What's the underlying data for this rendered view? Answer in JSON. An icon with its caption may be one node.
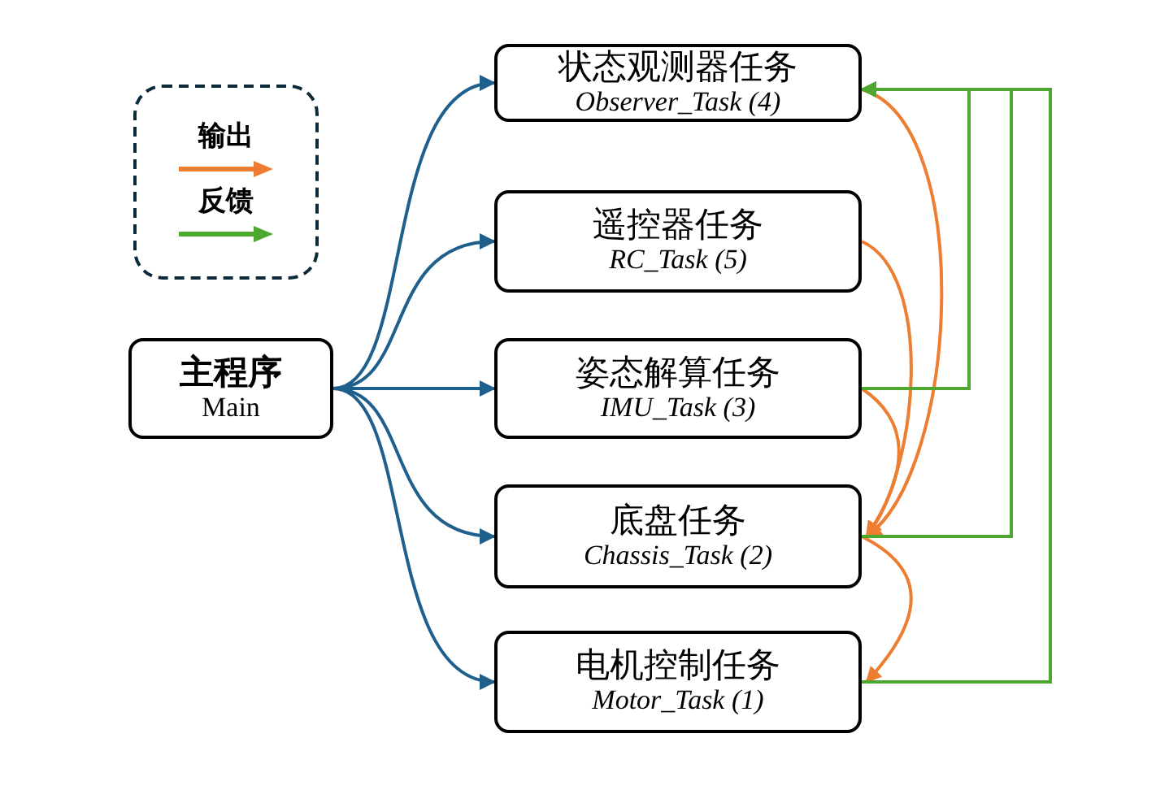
{
  "diagram": {
    "nodes": [
      {
        "text": [
          "主程序",
          "Main"
        ]
      },
      {
        "text": [
          "状态观测器任务",
          "Observer_Task (4)"
        ]
      },
      {
        "text": [
          "遥控器任务",
          "RC_Task (5)"
        ]
      },
      {
        "text": [
          "姿态解算任务",
          "IMU_Task (3)"
        ]
      },
      {
        "text": [
          "底盘任务",
          "Chassis_Task (2)"
        ]
      },
      {
        "text": [
          "电机控制任务",
          "Motor_Task (1)"
        ]
      }
    ],
    "edges": [
      {
        "from": 0,
        "to": 1,
        "arrow": "to"
      },
      {
        "from": 0,
        "to": 2,
        "arrow": "to"
      },
      {
        "from": 0,
        "to": 3,
        "arrow": "to"
      },
      {
        "from": 0,
        "to": 4,
        "arrow": "to"
      },
      {
        "from": 0,
        "to": 5,
        "arrow": "to"
      },
      {
        "from": 1,
        "to": 4,
        "arrow": "to",
        "color": "#ed7d31"
      },
      {
        "from": 2,
        "to": 4,
        "arrow": "to",
        "color": "#ed7d31"
      },
      {
        "from": 3,
        "to": 4,
        "arrow": "to",
        "color": "#ed7d31"
      },
      {
        "from": 4,
        "to": 5,
        "arrow": "to",
        "color": "#ed7d31"
      },
      {
        "from": 3,
        "to": 1,
        "arrow": "to",
        "color": "#4ea72e"
      },
      {
        "from": 4,
        "to": 1,
        "arrow": "to",
        "color": "#4ea72e"
      },
      {
        "from": 5,
        "to": 1,
        "arrow": "to",
        "color": "#4ea72e"
      }
    ],
    "legend": [
      {
        "text": "输出",
        "color": "#ed7d31"
      },
      {
        "text": "反馈",
        "color": "#4ea72e"
      }
    ]
  }
}
